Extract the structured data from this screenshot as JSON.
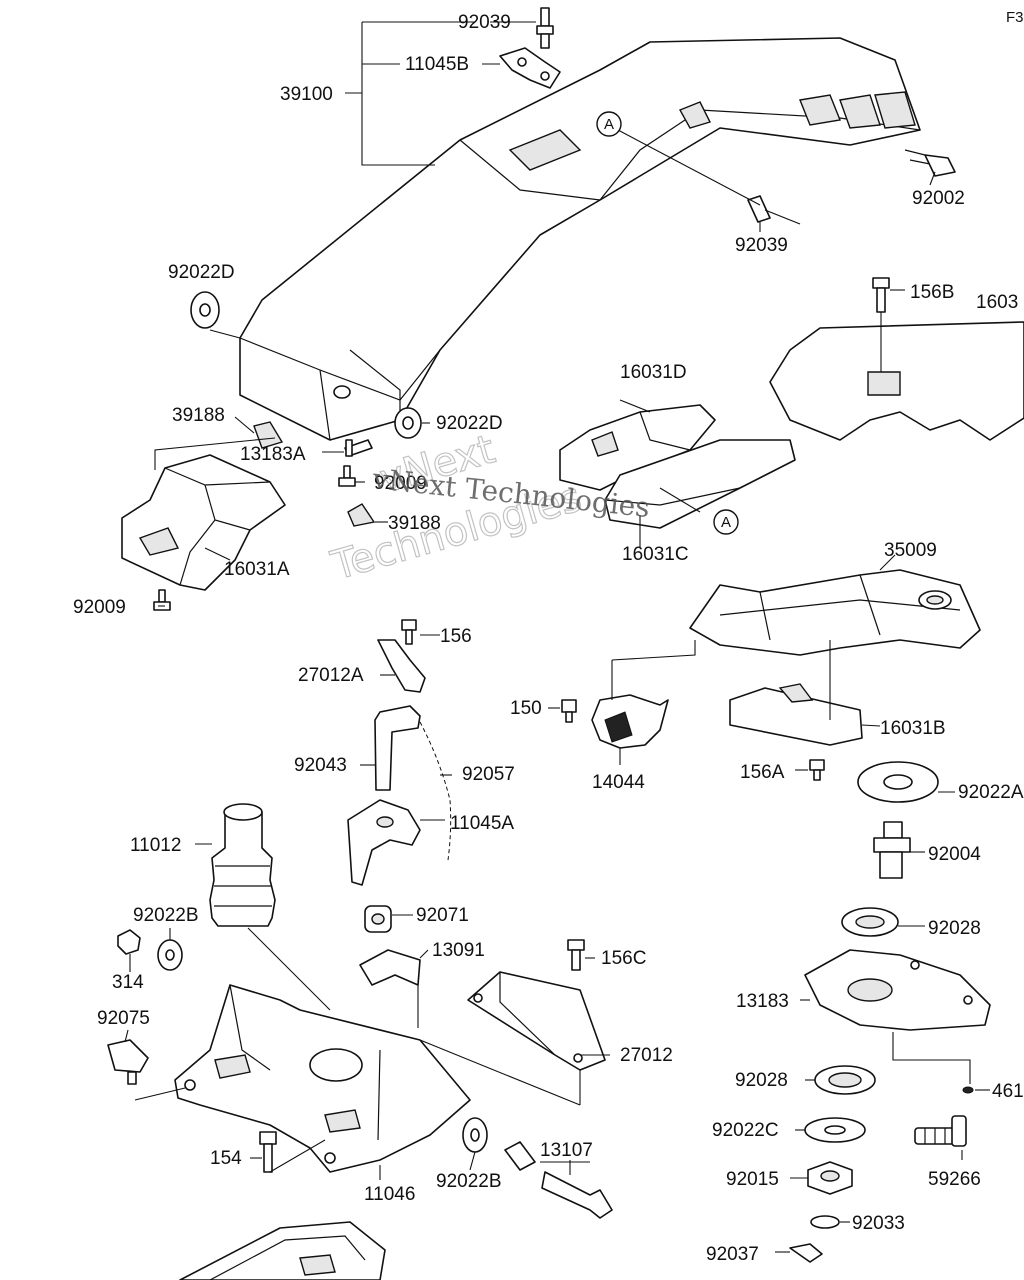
{
  "figure_code": "F3",
  "watermark": {
    "line1": "vNext",
    "line2": "Technologies",
    "overlay": "vNext Technologies"
  },
  "callouts": [
    "92039",
    "11045B",
    "39100",
    "92002",
    "92039",
    "92022D",
    "156B",
    "1603",
    "39188",
    "92022D",
    "16031D",
    "13183A",
    "92009",
    "39188",
    "16031C",
    "16031A",
    "92009",
    "35009",
    "156",
    "27012A",
    "150",
    "16031B",
    "92043",
    "92057",
    "14044",
    "156A",
    "92022A",
    "11012",
    "11045A",
    "92004",
    "92022B",
    "92071",
    "13091",
    "92028",
    "314",
    "156C",
    "13183",
    "92075",
    "27012",
    "461",
    "92028",
    "92022C",
    "154",
    "13107",
    "59266",
    "92015",
    "11046",
    "92022B",
    "92033",
    "92037"
  ],
  "reference_marks": [
    "A",
    "A"
  ]
}
